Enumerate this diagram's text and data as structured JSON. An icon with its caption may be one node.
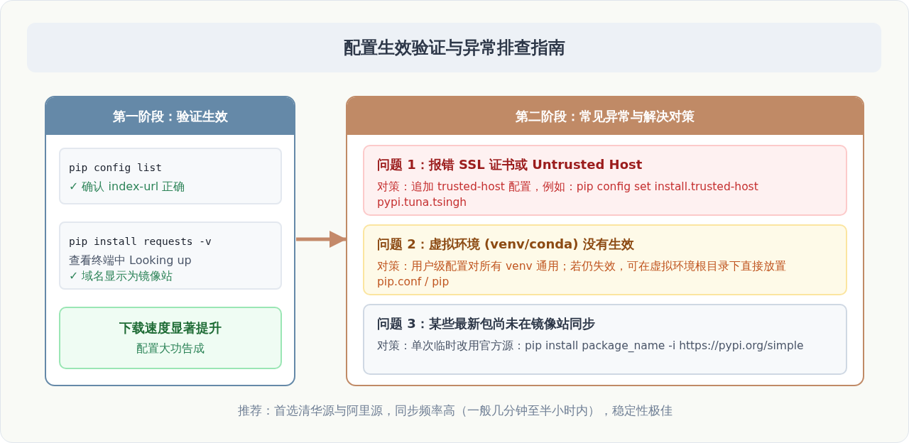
{
  "diagram": {
    "title": "配置生效验证与异常排查指南",
    "nodes": [
      {
        "text": [
          "第一阶段：验证生效"
        ]
      },
      {
        "text": [
          "pip config list",
          "✓ 确认 index-url 正确"
        ],
        "in": 0
      },
      {
        "text": [
          "pip install requests -v",
          "查看终端中 Looking up",
          "✓ 域名显示为镜像站"
        ],
        "in": 0
      },
      {
        "text": [
          "下载速度显著提升",
          "配置大功告成"
        ],
        "in": 0
      },
      {
        "text": [
          "第二阶段：常见异常与解决对策"
        ]
      },
      {
        "text": [
          "问题 1：报错 SSL 证书或 Untrusted Host",
          "对策：追加 trusted-host 配置，例如：pip config set install.trusted-host pypi.tuna.tsingh"
        ],
        "in": 4
      },
      {
        "text": [
          "问题 2：虚拟环境 (venv/conda) 没有生效",
          "对策：用户级配置对所有 venv 通用；若仍失效，可在虚拟环境根目录下直接放置 pip.conf / pip"
        ],
        "in": 4
      },
      {
        "text": [
          "问题 3：某些最新包尚未在镜像站同步",
          "对策：单次临时改用官方源：pip install package_name -i https://pypi.org/simple"
        ],
        "in": 4
      }
    ],
    "edges": [
      {
        "from": 0,
        "to": 4,
        "arrow": "to"
      }
    ],
    "labels": [
      "推荐：首选清华源与阿里源，同步频率高（一般几分钟至半小时内），稳定性极佳"
    ]
  }
}
